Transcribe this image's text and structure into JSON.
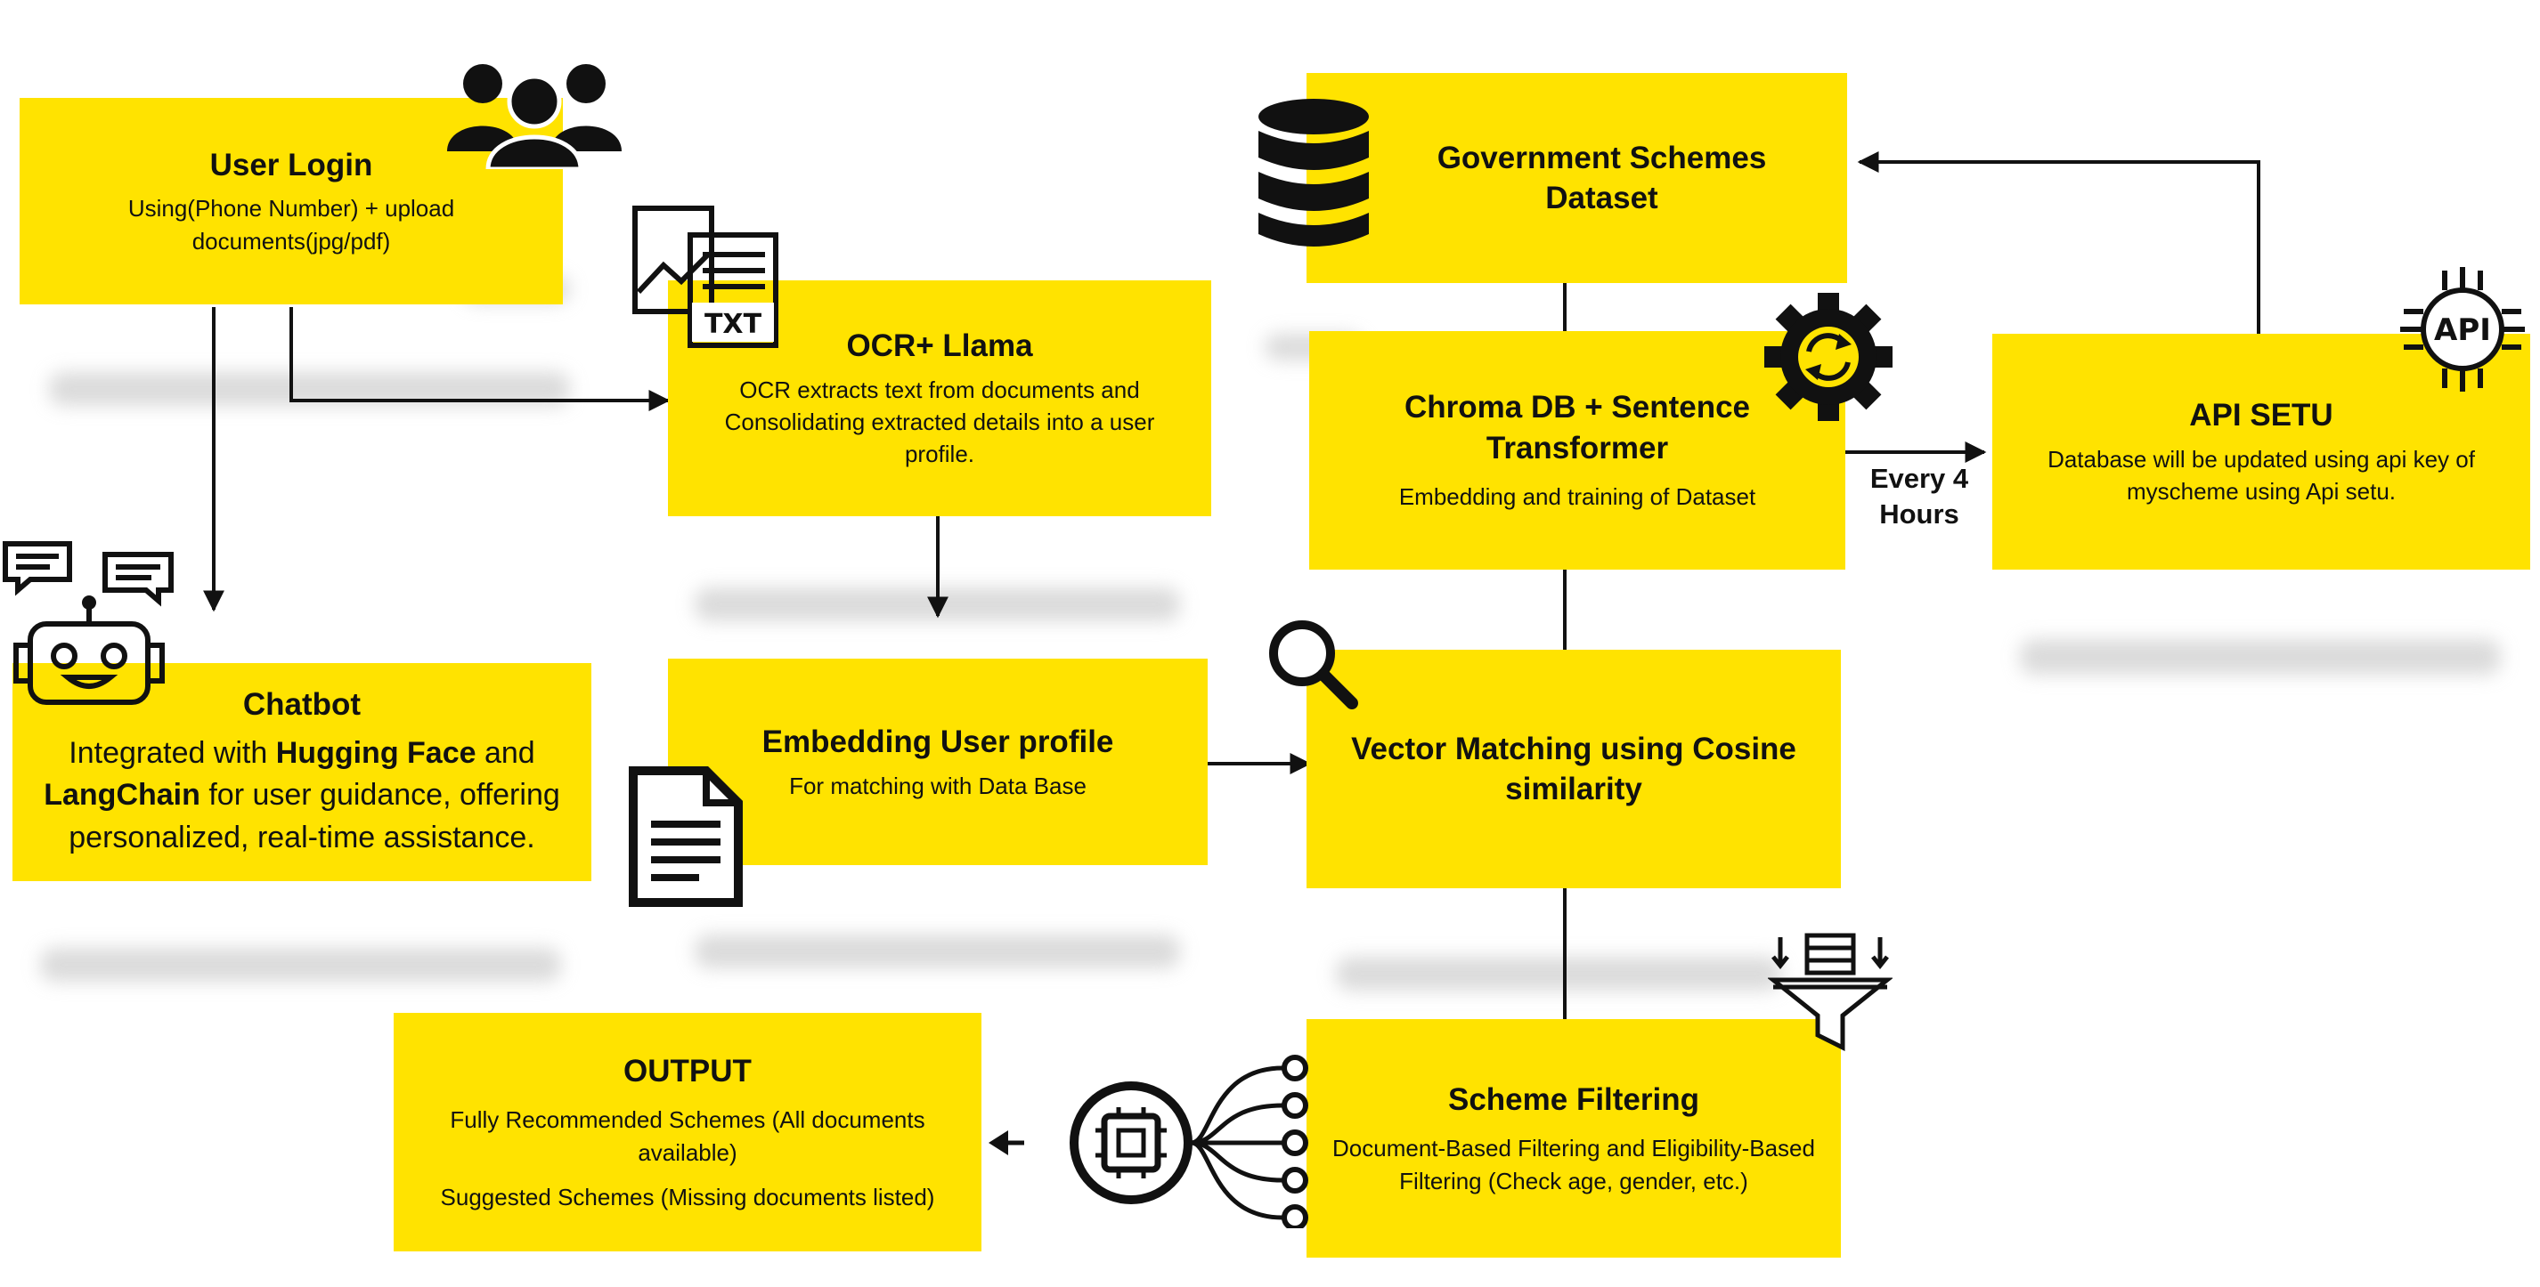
{
  "nodes": {
    "user_login": {
      "title": "User Login",
      "desc": "Using(Phone Number) +  upload documents(jpg/pdf)"
    },
    "ocr_llama": {
      "title": "OCR+ Llama",
      "desc": "OCR extracts text from documents and Consolidating extracted details into a user profile."
    },
    "chatbot": {
      "title": "Chatbot",
      "desc_pre": "Integrated with ",
      "bold1": "Hugging Face",
      "desc_mid": " and ",
      "bold2": "LangChain",
      "desc_post": " for user guidance, offering personalized, real-time assistance."
    },
    "embedding_profile": {
      "title": "Embedding User profile",
      "desc": "For matching with Data Base"
    },
    "gov_dataset": {
      "title": "Government Schemes Dataset"
    },
    "chroma": {
      "title": "Chroma DB + Sentence Transformer",
      "desc": "Embedding and training of Dataset"
    },
    "api_setu": {
      "title": "API SETU",
      "desc": "Database will be updated using api key of myscheme using Api setu."
    },
    "vector_matching": {
      "title": "Vector Matching using Cosine similarity"
    },
    "scheme_filtering": {
      "title": "Scheme Filtering",
      "desc": "Document-Based Filtering and Eligibility-Based Filtering (Check age, gender, etc.)"
    },
    "output": {
      "title": "OUTPUT",
      "desc1": "Fully Recommended Schemes (All documents available)",
      "desc2": "Suggested Schemes (Missing documents listed)"
    }
  },
  "edge_labels": {
    "chroma_to_api": "Every 4 Hours"
  },
  "icons": {
    "txt_doc_label": "TXT",
    "api_chip_label": "API"
  },
  "colors": {
    "box": "#ffe300",
    "line": "#111111"
  }
}
